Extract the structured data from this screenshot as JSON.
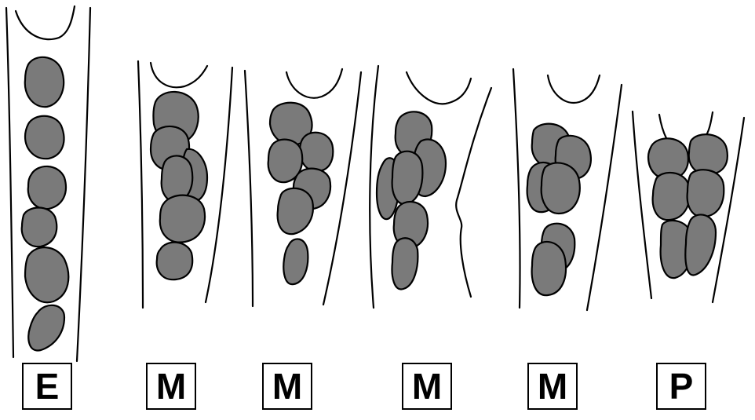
{
  "figure": {
    "fill_color": "#7a7a7a",
    "stroke_color": "#000000",
    "panels": [
      {
        "label": "E"
      },
      {
        "label": "M"
      },
      {
        "label": "M"
      },
      {
        "label": "M"
      },
      {
        "label": "M"
      },
      {
        "label": "P"
      }
    ]
  }
}
